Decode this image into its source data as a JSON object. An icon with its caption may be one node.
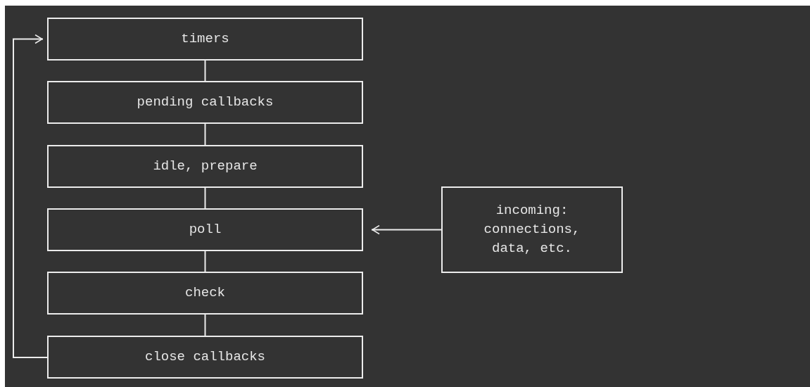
{
  "diagram": {
    "nodes": [
      {
        "text": [
          "timers"
        ]
      },
      {
        "text": [
          "pending callbacks"
        ]
      },
      {
        "text": [
          "idle, prepare"
        ]
      },
      {
        "text": [
          "poll"
        ]
      },
      {
        "text": [
          "check"
        ]
      },
      {
        "text": [
          "close callbacks"
        ]
      },
      {
        "text": [
          "incoming: connections, data, etc."
        ]
      }
    ],
    "edges": [
      {
        "from": 0,
        "to": 1,
        "arrow": "none"
      },
      {
        "from": 1,
        "to": 2,
        "arrow": "none"
      },
      {
        "from": 2,
        "to": 3,
        "arrow": "none"
      },
      {
        "from": 3,
        "to": 4,
        "arrow": "none"
      },
      {
        "from": 4,
        "to": 5,
        "arrow": "none"
      },
      {
        "from": 5,
        "to": 0,
        "arrow": "to"
      },
      {
        "from": 6,
        "to": 3,
        "arrow": "to"
      }
    ]
  }
}
